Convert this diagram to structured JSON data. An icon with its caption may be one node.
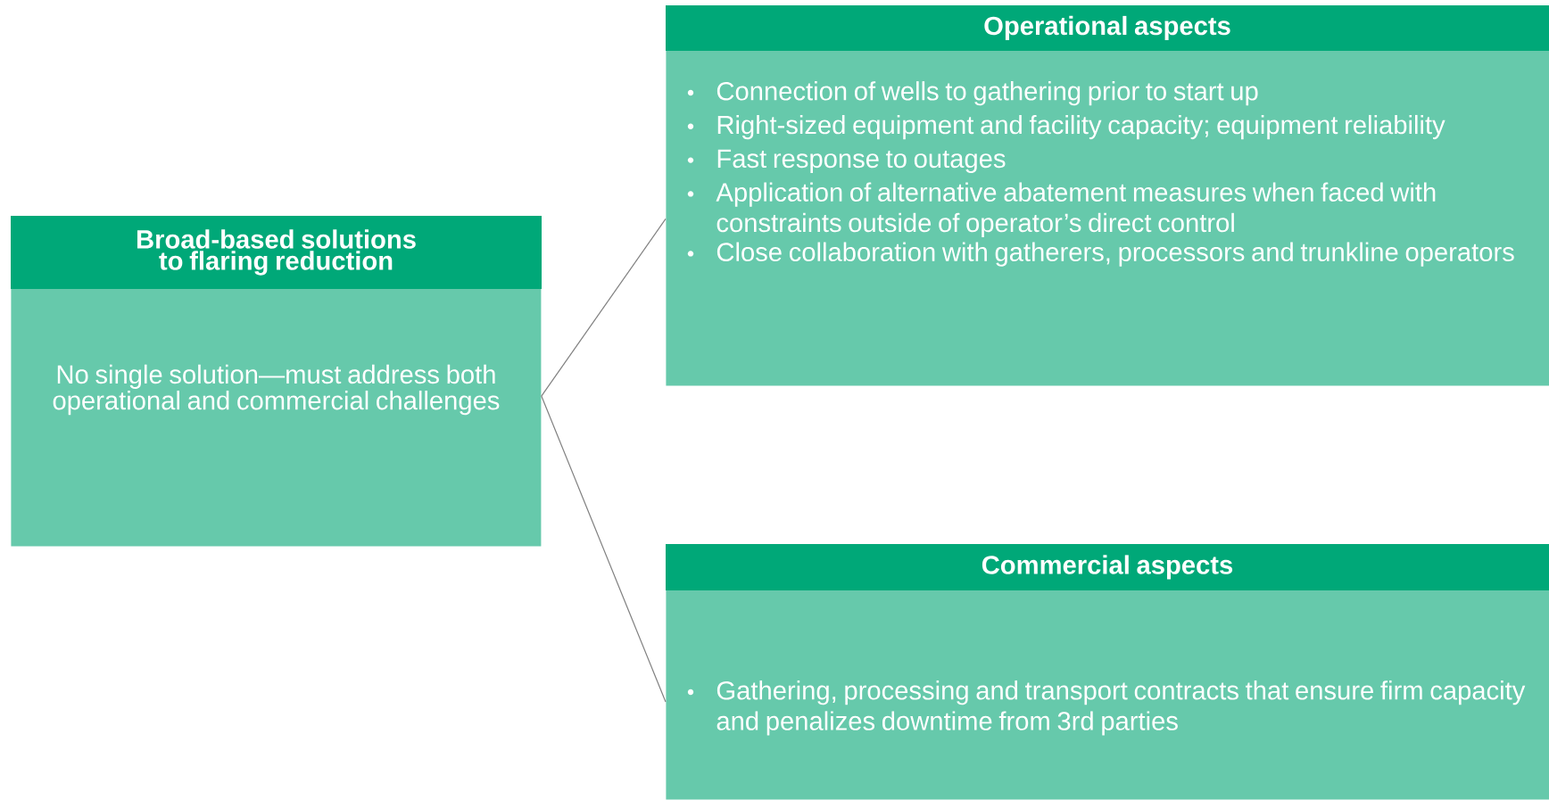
{
  "diagram": {
    "nodes": [
      {
        "text": [
          "Broad-based solutions to flaring reduction",
          "No single solution—must address both operational and commercial challenges"
        ]
      },
      {
        "text": [
          "Operational aspects",
          "Connection of wells to gathering prior to start up",
          "Right-sized equipment and facility capacity; equipment reliability",
          "Fast response to outages",
          "Application of alternative abatement measures when faced with constraints outside of operator’s direct control",
          "Close collaboration with gatherers, processors and trunkline operators"
        ]
      },
      {
        "text": [
          "Commercial aspects",
          "Gathering, processing and transport contracts that ensure firm capacity and penalizes downtime from 3rd parties"
        ]
      }
    ],
    "edges": [
      {
        "from": 0,
        "to": 1,
        "arrow": "none"
      },
      {
        "from": 0,
        "to": 2,
        "arrow": "none"
      }
    ]
  }
}
